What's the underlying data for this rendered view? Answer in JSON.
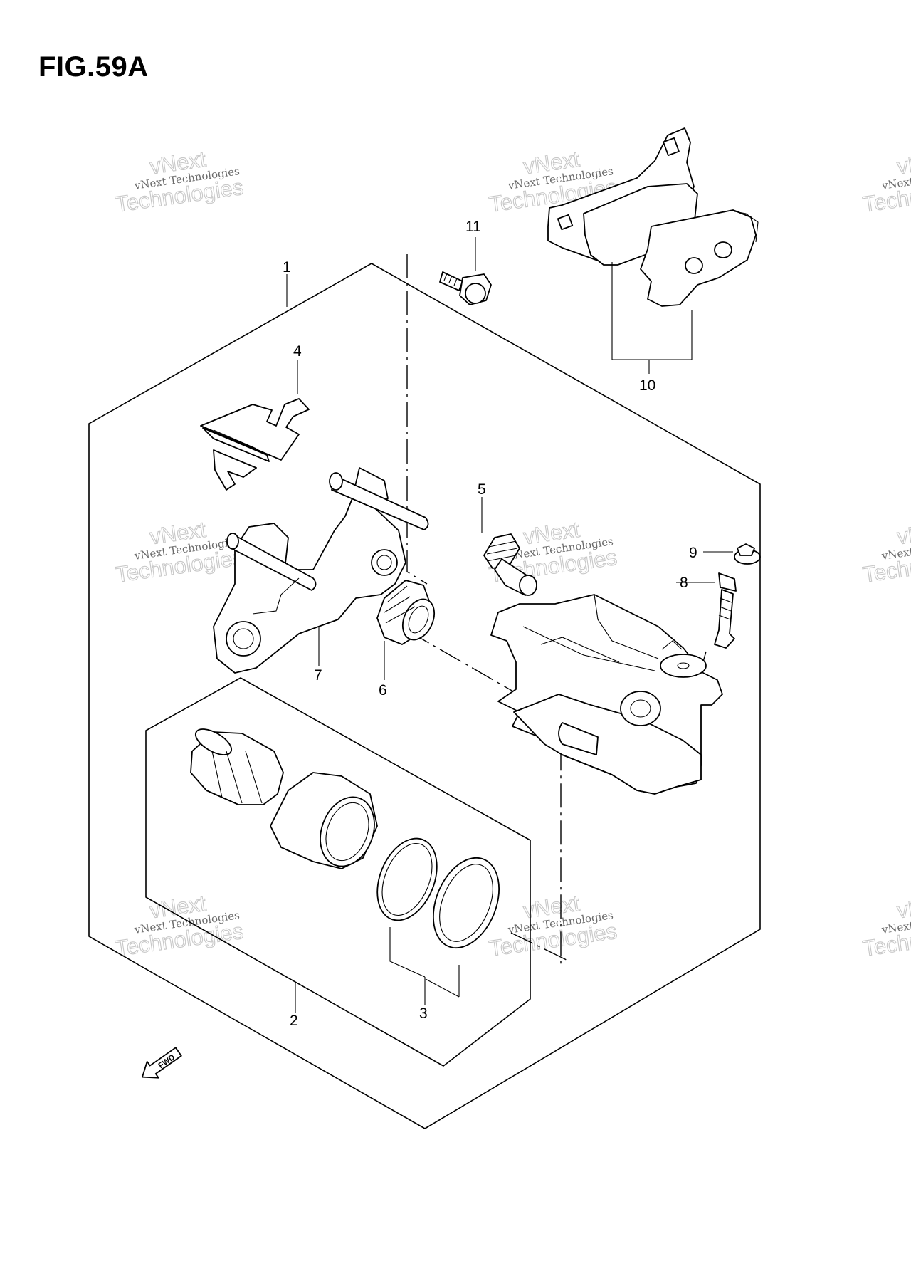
{
  "figure": {
    "title": "FIG.59A"
  },
  "watermark": {
    "line1": "vNext Technologies",
    "line2": "vNext",
    "line3": "Technologies"
  },
  "callouts": [
    "1",
    "2",
    "3",
    "4",
    "5",
    "6",
    "7",
    "8",
    "9",
    "10",
    "11"
  ],
  "fwd_label": "FWD",
  "colors": {
    "line": "#000000",
    "background": "#ffffff",
    "watermark": "#9a9a9a"
  }
}
